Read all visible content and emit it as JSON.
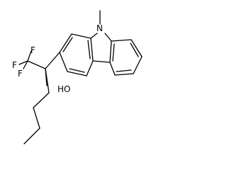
{
  "molecule": {
    "labels": {
      "N": "N",
      "F1": "F",
      "F2": "F",
      "F3": "F",
      "OH": "HO"
    }
  }
}
